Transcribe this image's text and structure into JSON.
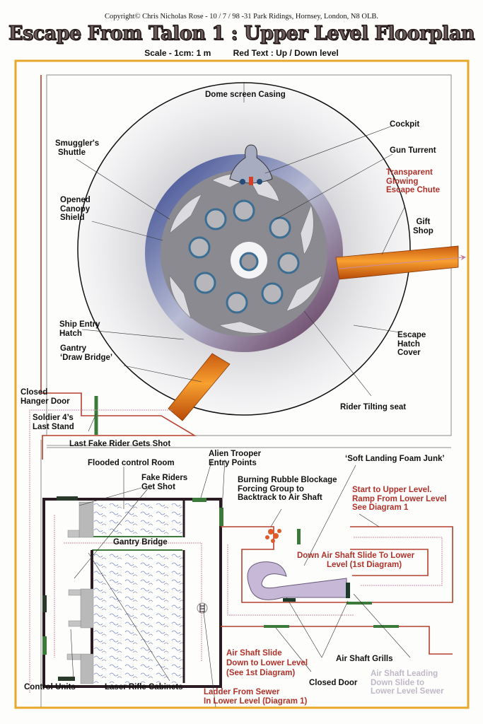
{
  "header": {
    "copyright": "Copyright© Chris Nicholas Rose - 10 / 7 / 98 -31 Park Ridings, Hornsey, London, N8 OLB.",
    "title": "Escape From Talon 1 : Upper Level Floorplan",
    "scale": "Scale - 1cm: 1 m",
    "legend": "Red Text : Up / Down level"
  },
  "colors": {
    "border": "#e8a82a",
    "wall_red": "#b5402e",
    "wall_dark": "#2a1a22",
    "door_green": "#3b7a3a",
    "chute_orange": "#e07818",
    "path_pink": "#c98ba8",
    "red_text": "#b0312a"
  },
  "labels": {
    "dome_casing": "Dome screen Casing",
    "smugglers_shuttle": [
      "Smuggler's",
      "Shuttle"
    ],
    "opened_canopy": [
      "Opened",
      "Canopy",
      "Shield"
    ],
    "cockpit": "Cockpit",
    "gun_turrent": "Gun Turrent",
    "escape_chute": [
      "Transparent",
      "Glowing",
      "Escape Chute"
    ],
    "gift_shop": [
      "Gift",
      "Shop"
    ],
    "ship_entry": [
      "Ship Entry",
      "Hatch"
    ],
    "gantry_draw": [
      "Gantry",
      "‘Draw Bridge’"
    ],
    "escape_hatch": [
      "Escape",
      "Hatch",
      "Cover"
    ],
    "rider_seat": "Rider Tilting seat",
    "closed_hanger": [
      "Closed",
      "Hanger Door"
    ],
    "soldier": [
      "Soldier 4’s",
      "Last Stand"
    ],
    "last_fake": "Last Fake Rider Gets Shot",
    "flooded_room": "Flooded control Room",
    "alien_trooper": [
      "Alien Trooper",
      "Entry Points"
    ],
    "soft_landing": "‘Soft Landing Foam Junk’",
    "fake_riders": [
      "Fake Riders",
      "Get Shot"
    ],
    "burning_rubble": [
      "Burning Rubble Blockage",
      "Forcing Group to",
      "Backtrack to Air Shaft"
    ],
    "start_upper": [
      "Start to Upper Level.",
      "Ramp From Lower Level",
      "See Diagram 1"
    ],
    "gantry_bridge": "Gantry Bridge",
    "down_air_shaft": [
      "Down Air Shaft Slide To Lower",
      "Level (1st Diagram)"
    ],
    "air_shaft_slide": [
      "Air Shaft Slide",
      "Down to Lower Level",
      "(See 1st Diagram)"
    ],
    "air_shaft_grills": "Air Shaft Grills",
    "air_shaft_leading": [
      "Air Shaft Leading",
      "Down Slide to",
      "Lower Level Sewer"
    ],
    "closed_door": "Closed Door",
    "control_units": "Control Units",
    "laser_cabinets": "Laser Rifle Cabinets",
    "ladder": [
      "Ladder From Sewer",
      "In Lower Level (Diagram 1)"
    ]
  }
}
